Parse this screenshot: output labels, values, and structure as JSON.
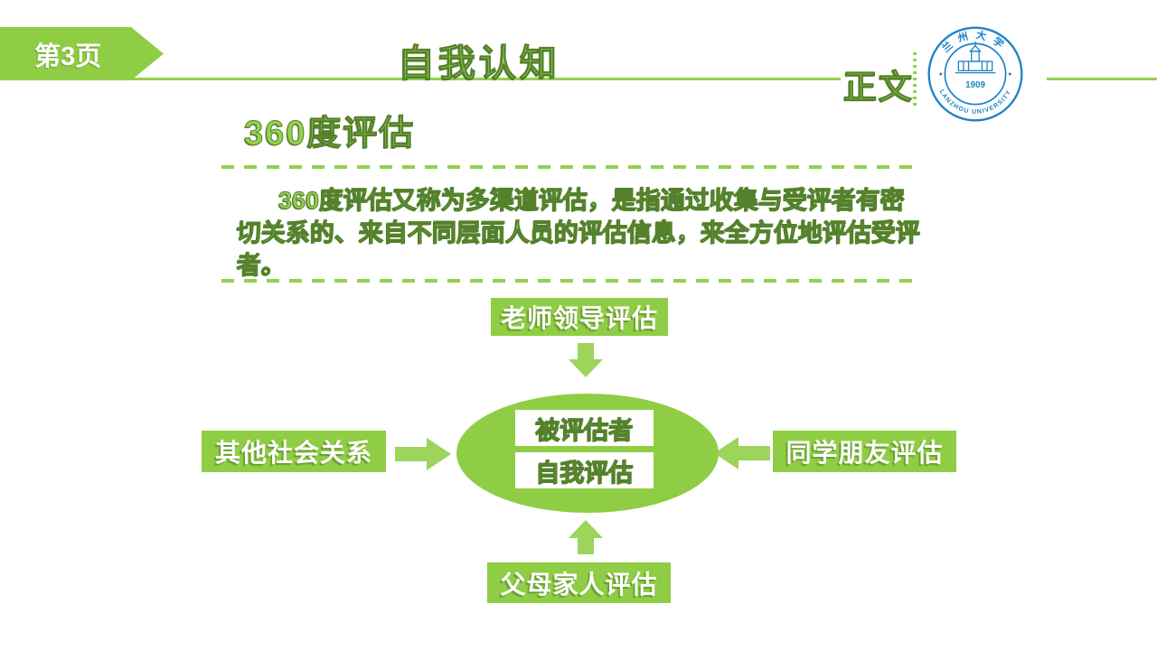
{
  "slide": {
    "page_badge": "第3页",
    "header_title": "自我认知",
    "section_label": "正文",
    "accent_green": "#8fce44",
    "logo_blue": "#1e82c8",
    "logo": {
      "university_zh": "兰州大学",
      "year": "1909",
      "university_en": "LANZHOU UNIVERSITY"
    }
  },
  "content": {
    "heading": "360度评估",
    "paragraph_lines": [
      "360度评估又称为多渠道评估，是指通过收集与受评者有密",
      "切关系的、来自不同层面人员的评估信息，来全方位地评估受评",
      "者。"
    ]
  },
  "diagram": {
    "top_box": "老师领导评估",
    "left_box": "其他社会关系",
    "right_box": "同学朋友评估",
    "bottom_box": "父母家人评估",
    "center_labels": [
      "被评估者",
      "自我评估"
    ]
  }
}
